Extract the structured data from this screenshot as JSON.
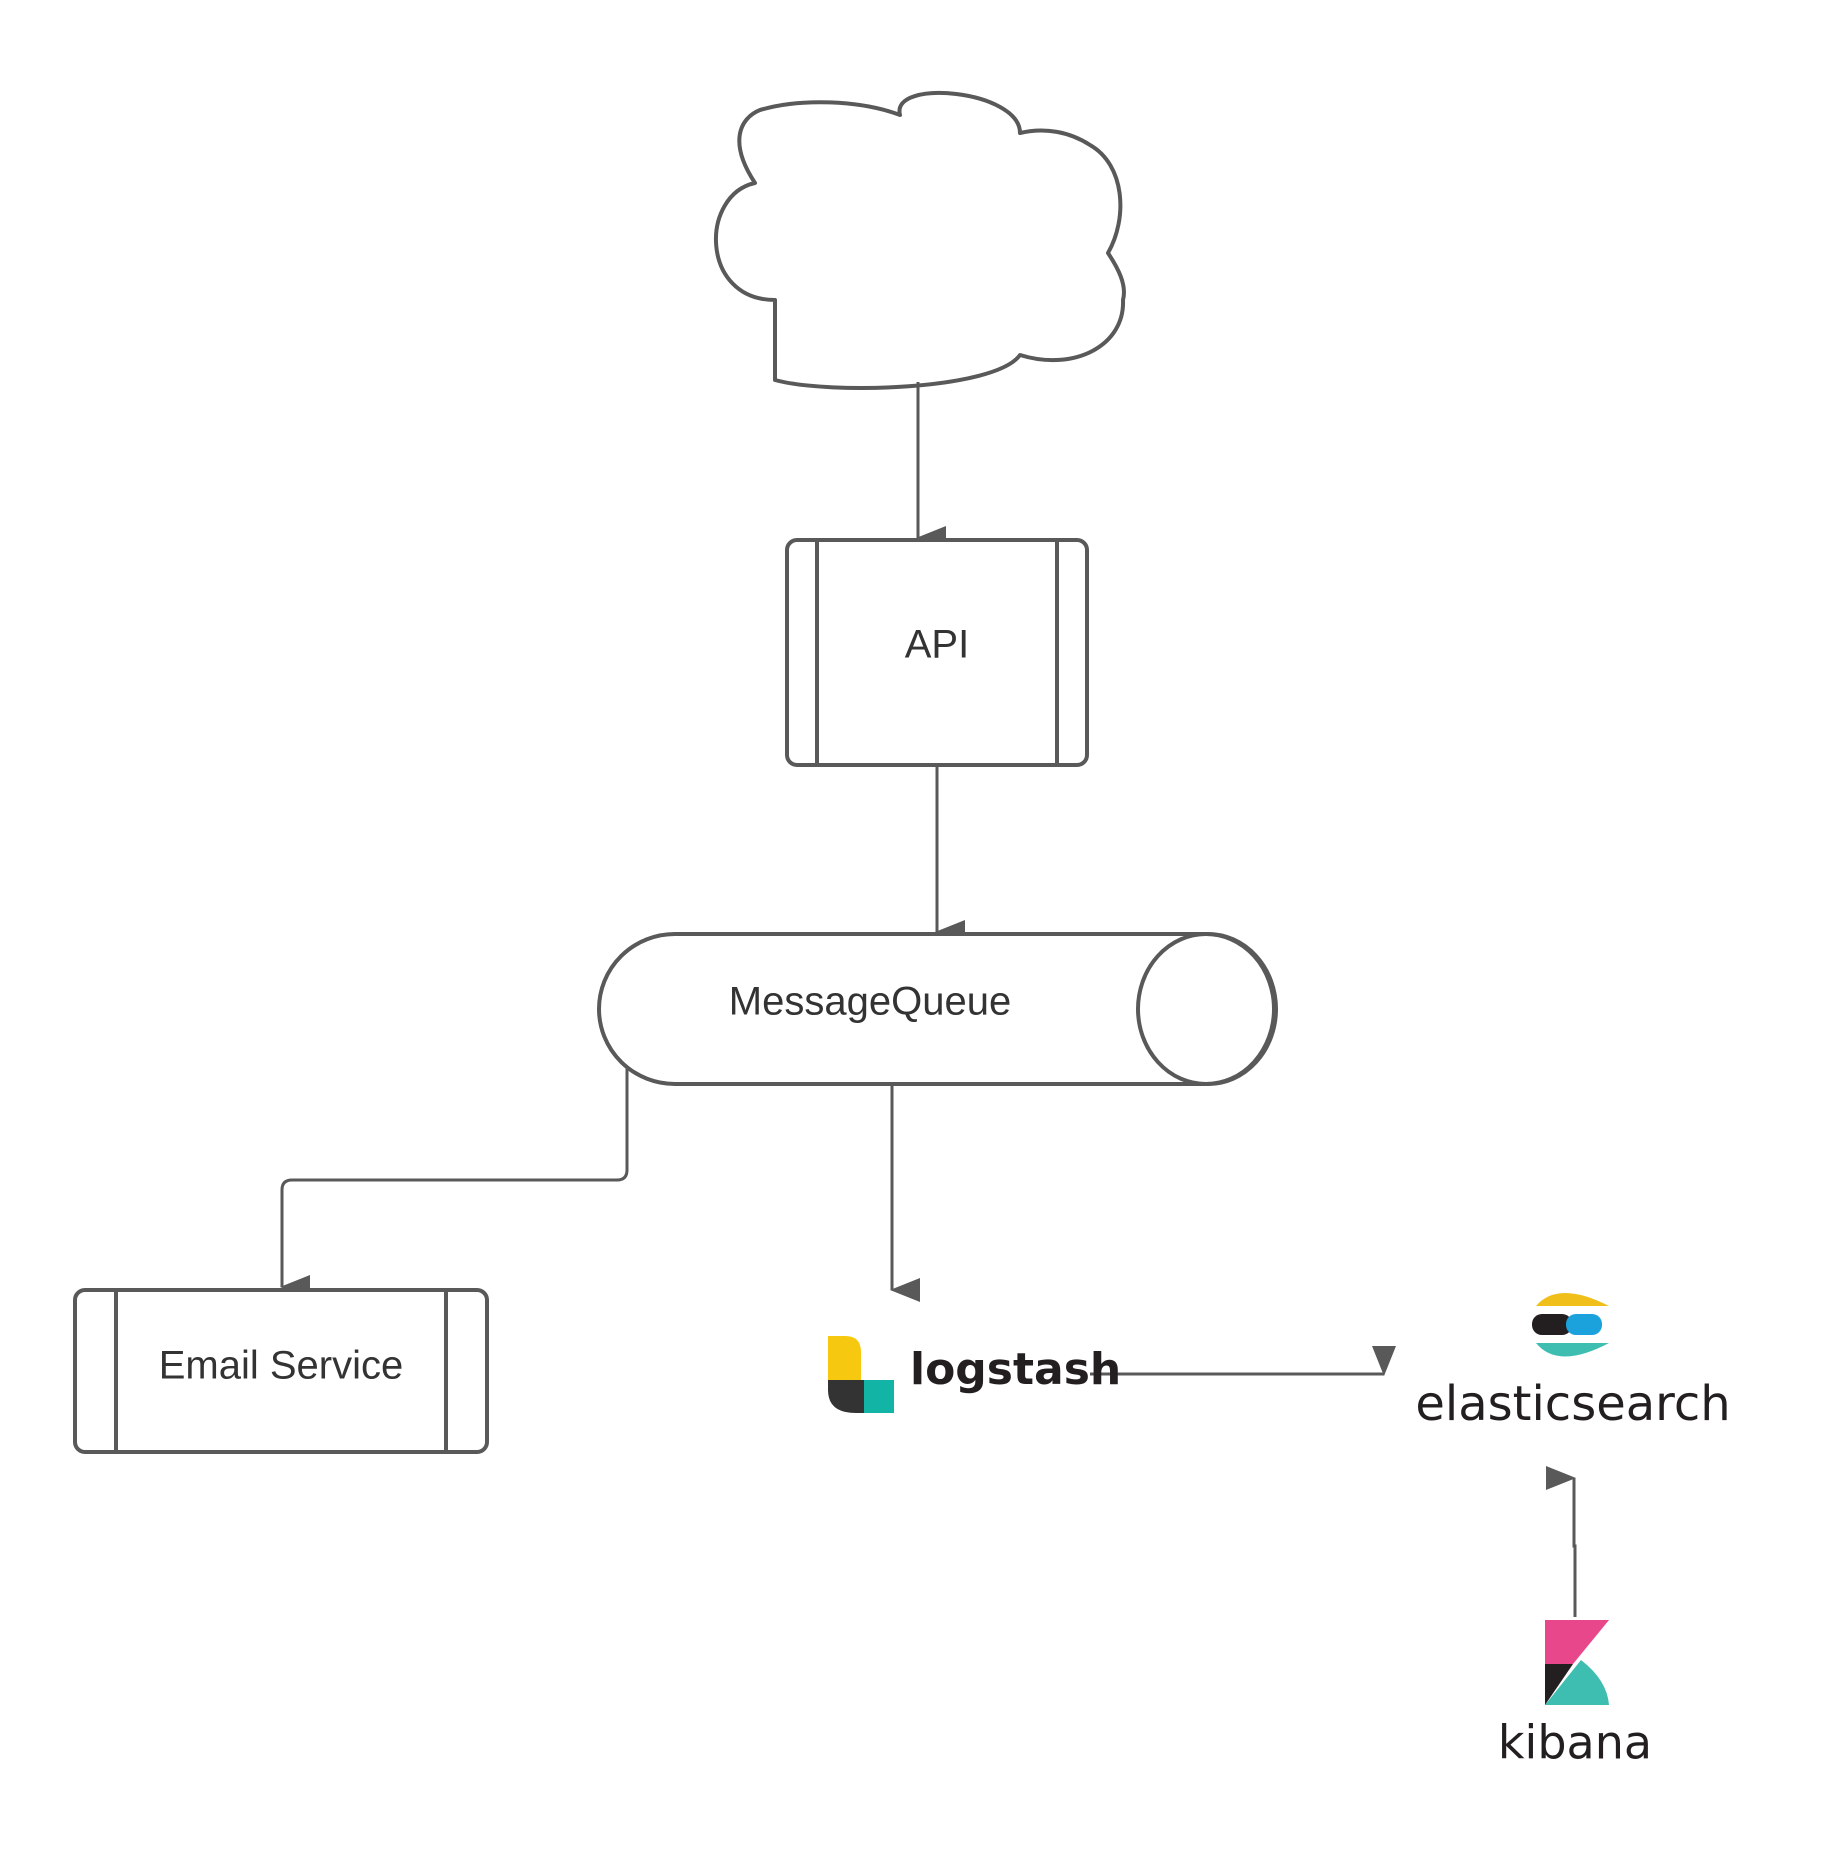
{
  "colors": {
    "stroke": "#595959",
    "text": "#333333",
    "background": "#ffffff",
    "logstash_yellow": "#f6c80f",
    "logstash_dark": "#333333",
    "logstash_teal": "#12b5a5",
    "es_yellow": "#f0bf1a",
    "es_blue": "#1ba2dc",
    "es_teal": "#3dbeb1",
    "es_black": "#231f20",
    "kibana_pink": "#e8478b",
    "kibana_teal": "#3dbeb1",
    "kibana_black": "#231f20"
  },
  "nodes": {
    "cloud": {
      "icon": "cloud-icon"
    },
    "api": {
      "label": "API"
    },
    "queue": {
      "label": "MessageQueue"
    },
    "email": {
      "label": "Email Service"
    },
    "logstash": {
      "label": "logstash",
      "icon": "logstash-logo"
    },
    "elasticsearch": {
      "label": "elasticsearch",
      "icon": "elasticsearch-logo"
    },
    "kibana": {
      "label": "kibana",
      "icon": "kibana-logo"
    }
  },
  "edges": [
    {
      "from": "cloud",
      "to": "api"
    },
    {
      "from": "api",
      "to": "queue"
    },
    {
      "from": "queue",
      "to": "email"
    },
    {
      "from": "queue",
      "to": "logstash"
    },
    {
      "from": "logstash",
      "to": "elasticsearch"
    },
    {
      "from": "kibana",
      "to": "elasticsearch"
    }
  ]
}
